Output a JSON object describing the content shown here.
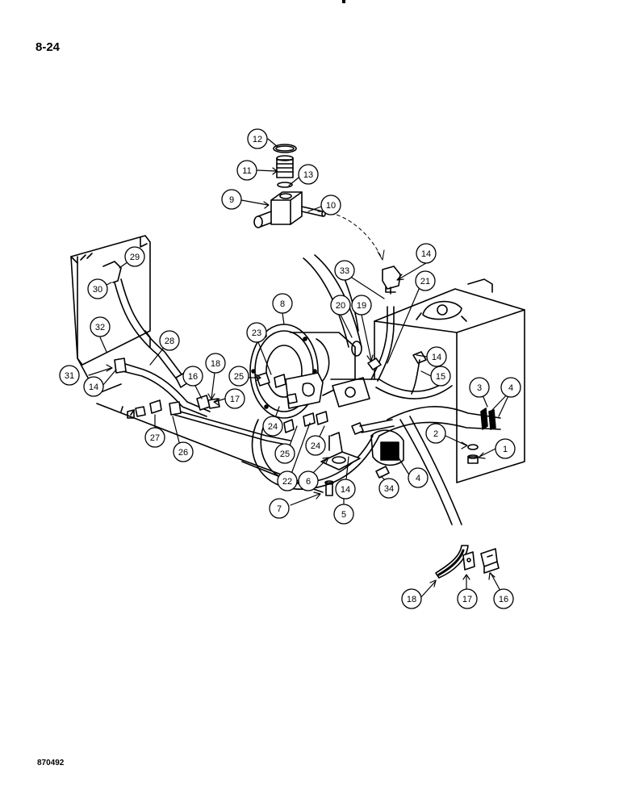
{
  "page_number": "8-24",
  "figure_code": "870492",
  "callouts": [
    {
      "label": "12"
    },
    {
      "label": "11"
    },
    {
      "label": "13"
    },
    {
      "label": "9"
    },
    {
      "label": "10"
    },
    {
      "label": "29"
    },
    {
      "label": "30"
    },
    {
      "label": "33"
    },
    {
      "label": "14"
    },
    {
      "label": "21"
    },
    {
      "label": "8"
    },
    {
      "label": "20"
    },
    {
      "label": "19"
    },
    {
      "label": "32"
    },
    {
      "label": "28"
    },
    {
      "label": "23"
    },
    {
      "label": "14"
    },
    {
      "label": "18"
    },
    {
      "label": "25"
    },
    {
      "label": "16"
    },
    {
      "label": "15"
    },
    {
      "label": "31"
    },
    {
      "label": "14"
    },
    {
      "label": "17"
    },
    {
      "label": "3"
    },
    {
      "label": "4"
    },
    {
      "label": "24"
    },
    {
      "label": "2"
    },
    {
      "label": "1"
    },
    {
      "label": "27"
    },
    {
      "label": "26"
    },
    {
      "label": "24"
    },
    {
      "label": "25"
    },
    {
      "label": "4"
    },
    {
      "label": "22"
    },
    {
      "label": "6"
    },
    {
      "label": "14"
    },
    {
      "label": "34"
    },
    {
      "label": "7"
    },
    {
      "label": "5"
    },
    {
      "label": "18"
    },
    {
      "label": "17"
    },
    {
      "label": "16"
    }
  ]
}
